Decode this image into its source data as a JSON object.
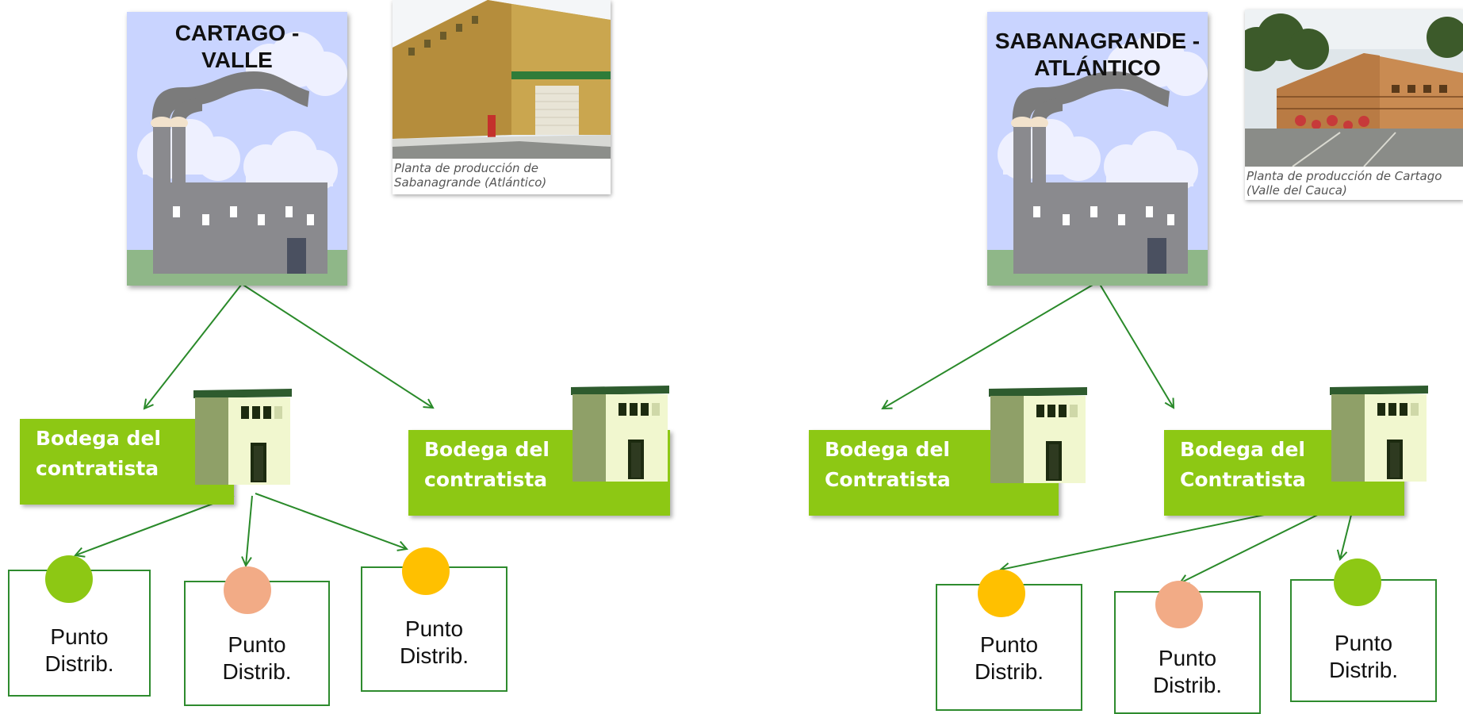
{
  "colors": {
    "green": "#8dc814",
    "peach": "#f2ab86",
    "yellow": "#ffc000",
    "arrow": "#2a8a2a"
  },
  "left": {
    "factory_title": "CARTAGO -\nVALLE",
    "photo_caption": "Planta de producción de Sabanagrande (Atlántico)",
    "bodegas": [
      "Bodega del\ncontratista",
      "Bodega del\ncontratista"
    ],
    "points": [
      {
        "label": "Punto\nDistrib.",
        "color": "green"
      },
      {
        "label": "Punto\nDistrib.",
        "color": "peach"
      },
      {
        "label": "Punto\nDistrib.",
        "color": "yellow"
      }
    ]
  },
  "right": {
    "factory_title": "SABANAGRANDE -\nATLÁNTICO",
    "photo_caption": "Planta de producción de Cartago (Valle del Cauca)",
    "bodegas": [
      "Bodega del\nContratista",
      "Bodega del\nContratista"
    ],
    "points": [
      {
        "label": "Punto\nDistrib.",
        "color": "yellow"
      },
      {
        "label": "Punto\nDistrib.",
        "color": "peach"
      },
      {
        "label": "Punto\nDistrib.",
        "color": "green"
      }
    ]
  }
}
